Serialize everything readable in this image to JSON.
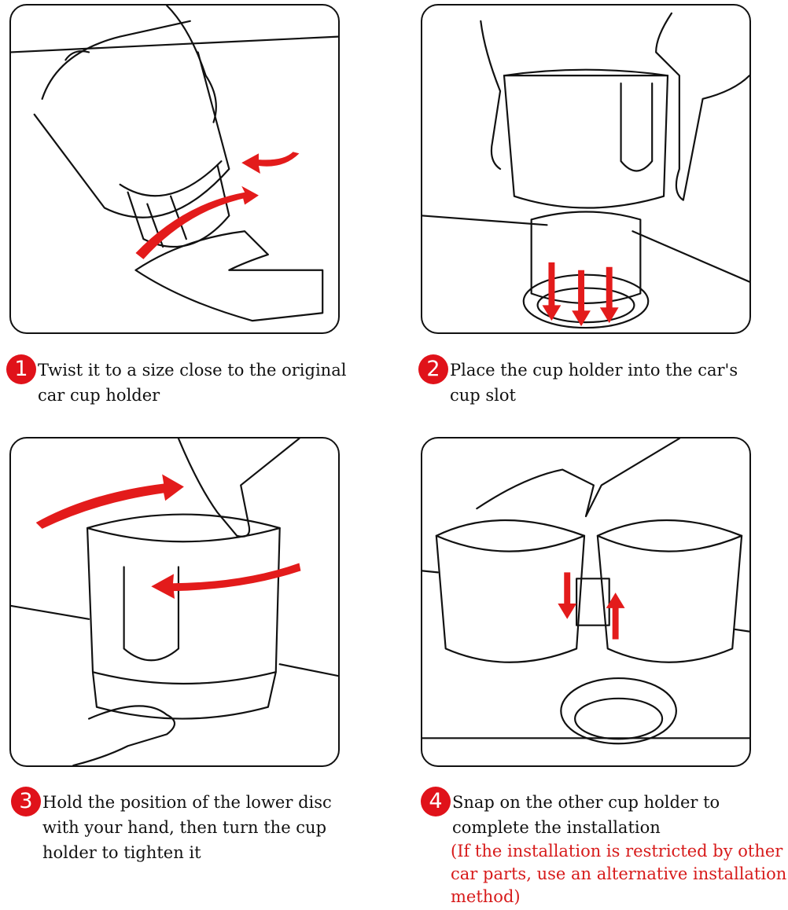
{
  "colors": {
    "accent": "#e0121a",
    "note": "#d71a1a",
    "line": "#111111"
  },
  "steps": [
    {
      "number": "1",
      "text": "Twist it to a size close to the original car cup holder"
    },
    {
      "number": "2",
      "text": "Place the cup holder into the car's cup slot"
    },
    {
      "number": "3",
      "text": "Hold the position of the lower disc with your hand, then turn the cup holder to tighten it"
    },
    {
      "number": "4",
      "text": "Snap on the other cup holder to complete the installation",
      "note": "(If the installation is restricted by other car parts, use an alternative installation method)"
    }
  ]
}
